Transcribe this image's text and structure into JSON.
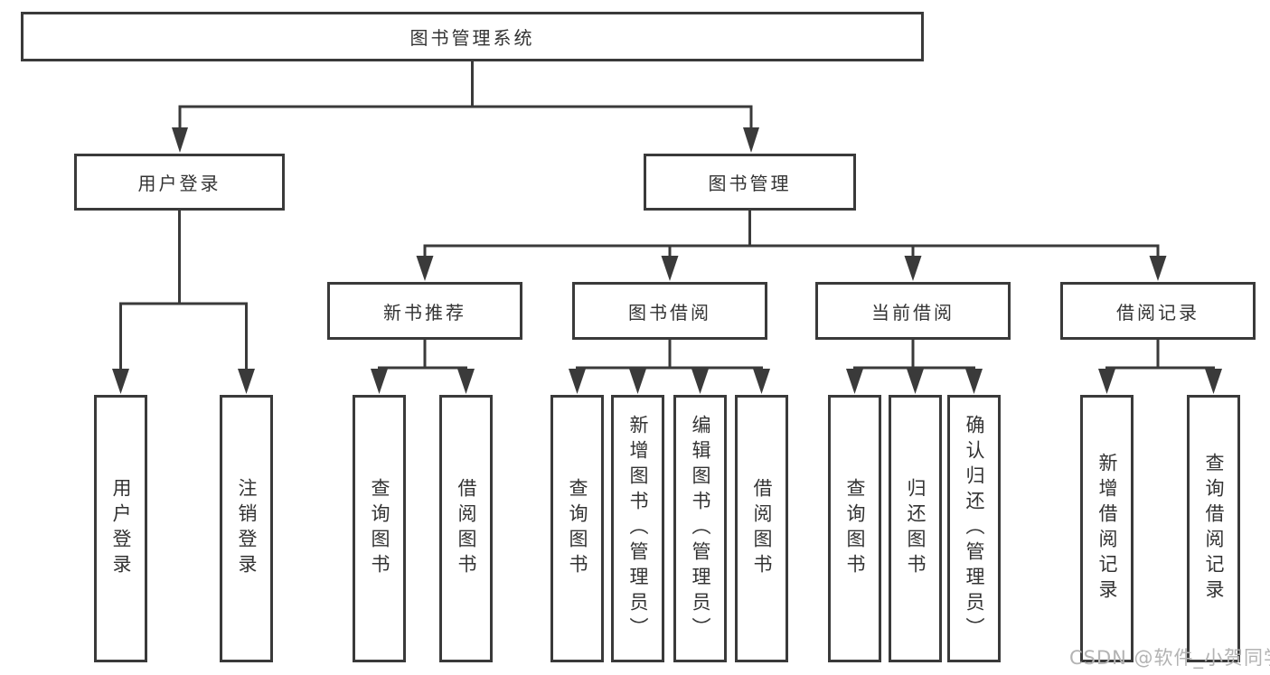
{
  "tree": {
    "root": {
      "label": "图书管理系统"
    },
    "level2": [
      {
        "label": "用户登录"
      },
      {
        "label": "图书管理"
      }
    ],
    "level3": [
      {
        "label": "新书推荐",
        "parent": "图书管理"
      },
      {
        "label": "图书借阅",
        "parent": "图书管理"
      },
      {
        "label": "当前借阅",
        "parent": "图书管理"
      },
      {
        "label": "借阅记录",
        "parent": "图书管理"
      }
    ],
    "leaves": [
      {
        "label": "用户登录",
        "parent": "用户登录"
      },
      {
        "label": "注销登录",
        "parent": "用户登录"
      },
      {
        "label": "查询图书",
        "parent": "新书推荐"
      },
      {
        "label": "借阅图书",
        "parent": "新书推荐"
      },
      {
        "label": "查询图书",
        "parent": "图书借阅"
      },
      {
        "label": "新增图书（管理员）",
        "parent": "图书借阅"
      },
      {
        "label": "编辑图书（管理员）",
        "parent": "图书借阅"
      },
      {
        "label": "借阅图书",
        "parent": "图书借阅"
      },
      {
        "label": "查询图书",
        "parent": "当前借阅"
      },
      {
        "label": "归还图书",
        "parent": "当前借阅"
      },
      {
        "label": "确认归还（管理员）",
        "parent": "当前借阅"
      },
      {
        "label": "新增借阅记录",
        "parent": "借阅记录"
      },
      {
        "label": "查询借阅记录",
        "parent": "借阅记录"
      }
    ]
  },
  "watermark": {
    "text": "CSDN @软件_小贺同学"
  },
  "colors": {
    "line": "#3a3a3a",
    "text": "#333333",
    "box_background": "#ffffff",
    "watermark": "#b3b3b3",
    "background": "#ffffff"
  }
}
